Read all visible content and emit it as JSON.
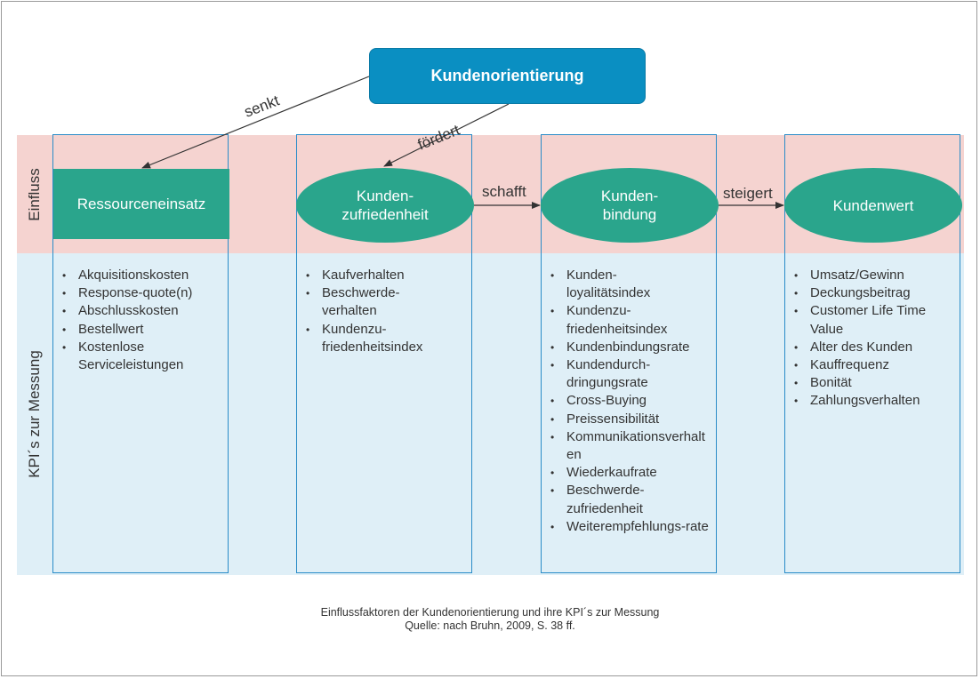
{
  "top_node": "Kundenorientierung",
  "bands": {
    "influence": "Einfluss",
    "kpi": "KPI´s zur Messung"
  },
  "nodes": {
    "resources": "Ressourceneinsatz",
    "satisfaction": "Kunden-\nzufriedenheit",
    "loyalty": "Kunden-\nbindung",
    "value": "Kundenwert"
  },
  "edges": {
    "reduces": "senkt",
    "promotes": "fördert",
    "creates": "schafft",
    "increases": "steigert"
  },
  "kpis": {
    "resources": [
      "Akquisitionskosten",
      "Response-quote(n)",
      "Abschlusskosten",
      "Bestellwert",
      "Kostenlose Serviceleistungen"
    ],
    "satisfaction": [
      "Kaufverhalten",
      "Beschwerde-verhalten",
      "Kundenzu-friedenheitsindex"
    ],
    "loyalty": [
      "Kunden-loyalitätsindex",
      "Kundenzu-friedenheitsindex",
      "Kundenbindungsrate",
      "Kundendurch-dringungsrate",
      "Cross-Buying",
      "Preissensibilität",
      "Kommunikationsverhalten",
      "Wiederkaufrate",
      "Beschwerde-zufriedenheit",
      "Weiterempfehlungs-rate"
    ],
    "value": [
      "Umsatz/Gewinn",
      "Deckungsbeitrag",
      "Customer Life Time Value",
      "Alter des Kunden",
      "Kauffrequenz",
      "Bonität",
      "Zahlungsverhalten"
    ]
  },
  "caption": {
    "line1": "Einflussfaktoren der Kundenorientierung und ihre KPI´s zur Messung",
    "line2": "Quelle: nach Bruhn, 2009, S. 38 ff."
  },
  "colors": {
    "top_node": "#0a8fc2",
    "nodes": "#2aa58c",
    "influence_band": "#f5d3d0",
    "kpi_band": "#dfeff7",
    "column_border": "#2a8cc8"
  }
}
